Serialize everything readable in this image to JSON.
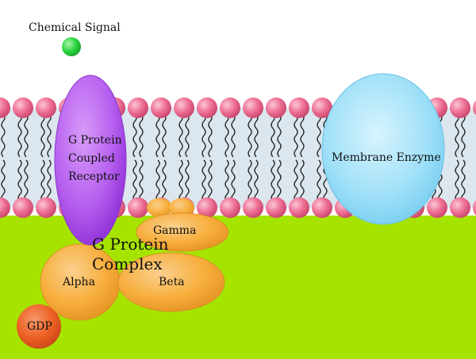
{
  "labels": {
    "chemical_signal": "Chemical Signal",
    "receptor": [
      "G Protein",
      "Coupled",
      "Receptor"
    ],
    "membrane_enzyme": "Membrane Enzyme",
    "complex": [
      "G Protein",
      "Complex"
    ],
    "gamma": "Gamma",
    "alpha": "Alpha",
    "beta": "Beta",
    "gdp": "GDP"
  },
  "colors": {
    "cytoplasm": "#a6e400",
    "membrane_interior": "#dbe6ef",
    "phospholipid_head": "#ee6f93",
    "lipid_tail": "#222222",
    "receptor": "#b760ef",
    "enzyme": "#9fe0f8",
    "g_protein_subunit": "#f7ae3d",
    "gdp": "#ec5f22",
    "chemical_signal": "#28d23f"
  }
}
